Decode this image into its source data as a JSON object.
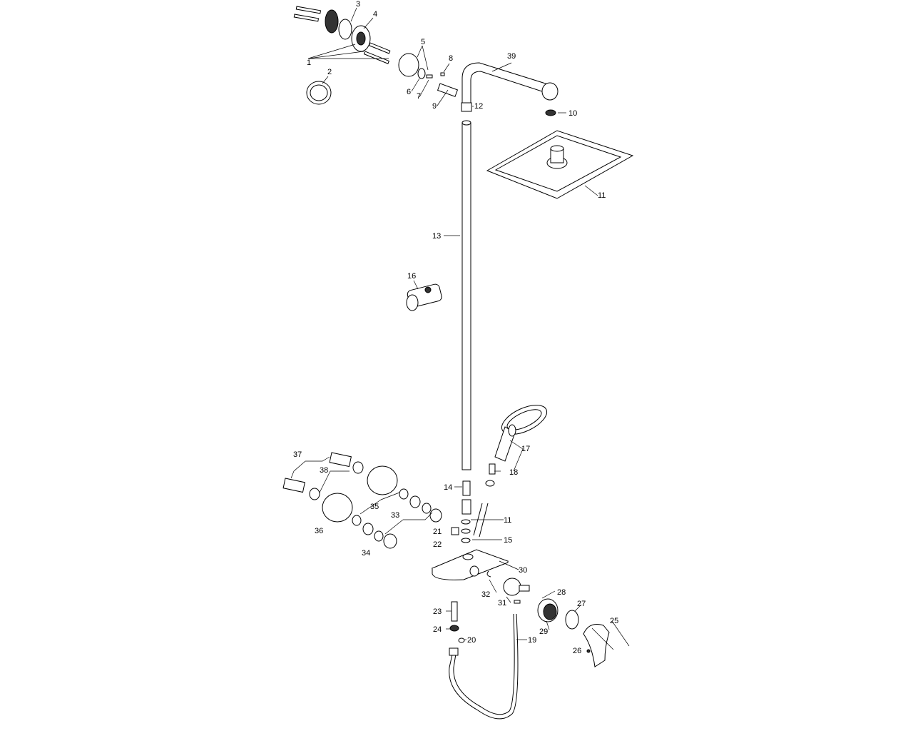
{
  "diagram": {
    "callouts": [
      "1",
      "2",
      "3",
      "4",
      "5",
      "6",
      "7",
      "8",
      "9",
      "10",
      "11",
      "12",
      "13",
      "14",
      "15",
      "16",
      "17",
      "18",
      "19",
      "20",
      "21",
      "22",
      "23",
      "24",
      "25",
      "26",
      "27",
      "28",
      "29",
      "30",
      "31",
      "32",
      "33",
      "34",
      "35",
      "36",
      "37",
      "38",
      "39",
      "11"
    ]
  }
}
